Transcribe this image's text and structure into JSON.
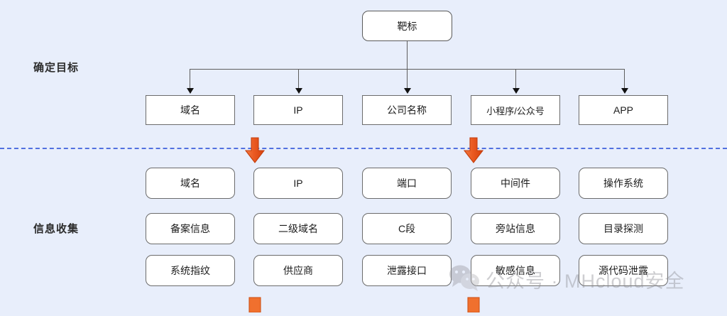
{
  "diagram": {
    "title_node": {
      "label": "靶标",
      "shape": "rounded-rect"
    },
    "stages": [
      {
        "id": "stage-target",
        "label": "确定目标"
      },
      {
        "id": "stage-info",
        "label": "信息收集"
      }
    ],
    "target_row": [
      {
        "label": "域名"
      },
      {
        "label": "IP"
      },
      {
        "label": "公司名称"
      },
      {
        "label": "小程序/公众号"
      },
      {
        "label": "APP"
      }
    ],
    "info_rows": [
      [
        {
          "label": "域名"
        },
        {
          "label": "IP"
        },
        {
          "label": "端口"
        },
        {
          "label": "中间件"
        },
        {
          "label": "操作系统"
        }
      ],
      [
        {
          "label": "备案信息"
        },
        {
          "label": "二级域名"
        },
        {
          "label": "C段"
        },
        {
          "label": "旁站信息"
        },
        {
          "label": "目录探测"
        }
      ],
      [
        {
          "label": "系统指纹"
        },
        {
          "label": "供应商"
        },
        {
          "label": "泄露接口"
        },
        {
          "label": "敏感信息"
        },
        {
          "label": "源代码泄露"
        }
      ]
    ],
    "flow_arrows": [
      {
        "name": "orange-down-arrow-left",
        "direction": "down",
        "color": "#e8561f"
      },
      {
        "name": "orange-down-arrow-right",
        "direction": "down",
        "color": "#e8561f"
      }
    ],
    "bottom_arrow_stubs": [
      {
        "name": "orange-arrow-stub-left",
        "color": "#f0702e"
      },
      {
        "name": "orange-arrow-stub-right",
        "color": "#f0702e"
      }
    ],
    "divider": {
      "style": "dashed",
      "color": "#5271e0"
    }
  },
  "watermark": {
    "icon": "wechat-icon",
    "text": "公众号 · MHcloud安全"
  },
  "colors": {
    "background": "#e8eefb",
    "node_fill": "#ffffff",
    "node_border": "#6b6b6b",
    "connector": "#5d5d5d",
    "accent_orange": "#e8561f",
    "divider_blue": "#5271e0",
    "text": "#1c1c1c"
  }
}
